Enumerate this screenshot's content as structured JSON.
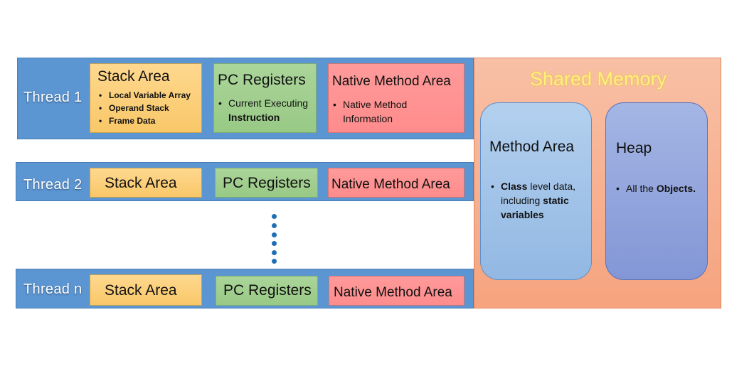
{
  "threads": [
    {
      "label": "Thread 1",
      "stack": {
        "title": "Stack Area",
        "items": [
          "Local Variable Array",
          "Operand Stack",
          "Frame Data"
        ]
      },
      "pc": {
        "title": "PC Registers",
        "item_line1": "Current Executing",
        "item_line2": "Instruction"
      },
      "native": {
        "title": "Native Method Area",
        "item_line1": "Native Method",
        "item_line2": "Information"
      }
    },
    {
      "label": "Thread 2",
      "stack": {
        "title": "Stack Area"
      },
      "pc": {
        "title": "PC Registers"
      },
      "native": {
        "title": "Native Method Area"
      }
    },
    {
      "label": "Thread n",
      "stack": {
        "title": "Stack Area"
      },
      "pc": {
        "title": "PC Registers"
      },
      "native": {
        "title": "Native Method Area"
      }
    }
  ],
  "shared": {
    "title": "Shared Memory",
    "method_area": {
      "title": "Method Area",
      "item_bold1": "Class",
      "item_text1": " level data,",
      "item_text2": "including ",
      "item_bold2": "static",
      "item_bold3": "variables"
    },
    "heap": {
      "title": "Heap",
      "item_text": "All the ",
      "item_bold": "Objects."
    }
  },
  "colors": {
    "thread_band": "#5b95d2",
    "stack_area": "#fdd07e",
    "pc_registers": "#a0ce8e",
    "native_method_area": "#ff9393",
    "shared_memory": "#f7b090",
    "method_area": "#a3c4ea",
    "heap": "#94a7de",
    "shared_title": "#fff27a",
    "ellipsis_dots": "#1f6fb5"
  }
}
